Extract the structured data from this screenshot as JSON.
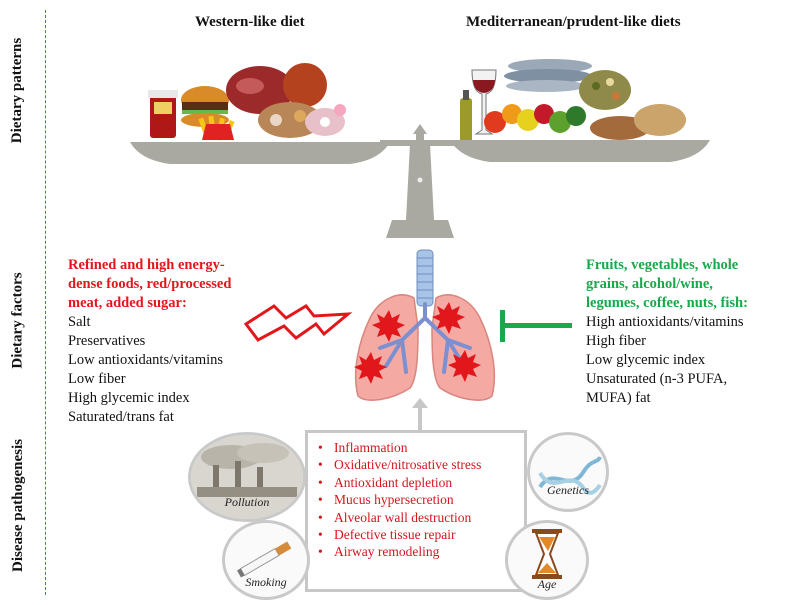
{
  "side_labels": {
    "dietary_patterns": "Dietary patterns",
    "dietary_factors": "Dietary factors",
    "disease_pathogenesis": "Disease pathogenesis"
  },
  "western": {
    "title": "Western-like diet",
    "head": [
      "Refined and high energy-",
      "dense foods, red/processed",
      "meat, added sugar:"
    ],
    "items": [
      "Salt",
      "Preservatives",
      "Low antioxidants/vitamins",
      "Low fiber",
      "High glycemic index",
      "Saturated/trans fat"
    ]
  },
  "mediterranean": {
    "title": "Mediterranean/prudent-like diets",
    "head": [
      "Fruits, vegetables, whole",
      "grains, alcohol/wine,",
      "legumes, coffee, nuts, fish:"
    ],
    "items": [
      "High antioxidants/vitamins",
      "High fiber",
      "Low glycemic index",
      "Unsaturated (n-3 PUFA,",
      "MUFA) fat"
    ]
  },
  "pathogenesis": {
    "items": [
      "Inflammation",
      "Oxidative/nitrosative stress",
      "Antioxidant depletion",
      "Mucus hypersecretion",
      "Alveolar wall destruction",
      "Defective tissue repair",
      "Airway remodeling"
    ]
  },
  "risk_factors": {
    "pollution": "Pollution",
    "smoking": "Smoking",
    "genetics": "Genetics",
    "age": "Age"
  },
  "colors": {
    "red": "#e2171c",
    "green": "#1aa84a",
    "scale": "#a9a9a1",
    "lung": "#f4a9a3"
  },
  "icons": [
    "balance-scale-icon",
    "lungs-icon",
    "lightning-arrow-icon",
    "inhibition-bar-icon",
    "dna-icon",
    "hourglass-icon",
    "cigarette-icon",
    "smokestack-icon"
  ]
}
